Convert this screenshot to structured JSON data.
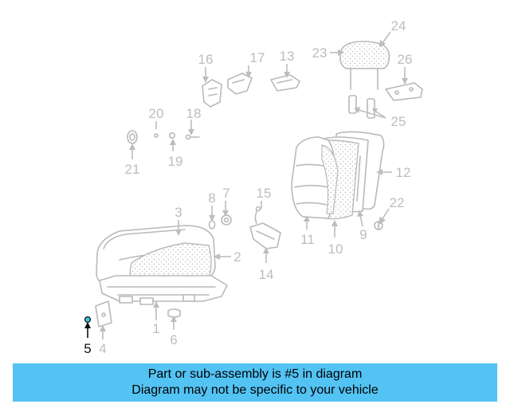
{
  "highlight_part": "5",
  "callouts": [
    "1",
    "2",
    "3",
    "4",
    "5",
    "6",
    "7",
    "8",
    "9",
    "10",
    "11",
    "12",
    "13",
    "14",
    "15",
    "16",
    "17",
    "18",
    "19",
    "20",
    "21",
    "22",
    "23",
    "24",
    "25",
    "26"
  ],
  "banner": {
    "line1": "Part or sub-assembly is #5 in diagram",
    "line2": "Diagram may not be specific to your vehicle"
  },
  "colors": {
    "banner_bg": "#53c3f3",
    "highlight": "#111111",
    "line_art": "#b9b9b9",
    "callout": "#bdbdbd"
  }
}
